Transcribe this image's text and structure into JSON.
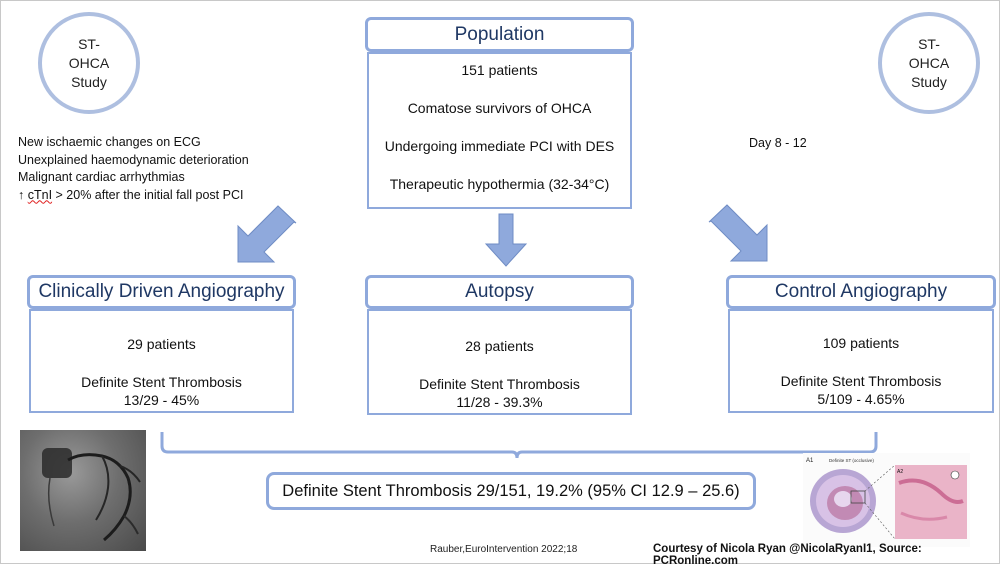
{
  "badges": {
    "left": [
      "ST-",
      "OHCA",
      "Study"
    ],
    "right": [
      "ST-",
      "OHCA",
      "Study"
    ]
  },
  "population": {
    "title": "Population",
    "lines": [
      "151 patients",
      "Comatose survivors of OHCA",
      "Undergoing immediate PCI with DES",
      "Therapeutic hypothermia (32-34°C)"
    ]
  },
  "criteria": {
    "lines": [
      "New ischaemic changes on ECG",
      "Unexplained haemodynamic deterioration",
      "Malignant cardiac arrhythmias"
    ],
    "last_arrow": "↑",
    "last_underlined": "cTnI",
    "last_rest": " > 20% after the initial fall post PCI"
  },
  "day_label": "Day 8 - 12",
  "branches": [
    {
      "title": "Clinically Driven Angiography",
      "patients": "29 patients",
      "outcome": "Definite Stent Thrombosis",
      "rate": "13/29 -  45%"
    },
    {
      "title": "Autopsy",
      "patients": "28 patients",
      "outcome": "Definite Stent Thrombosis",
      "rate": "11/28 -  39.3%"
    },
    {
      "title": "Control Angiography",
      "patients": "109 patients",
      "outcome": "Definite Stent Thrombosis",
      "rate": "5/109 -  4.65%"
    }
  ],
  "summary": "Definite Stent Thrombosis 29/151, 19.2% (95% CI 12.9 – 25.6)",
  "citation": "Rauber,EuroIntervention 2022;18",
  "credit": "Courtesy of Nicola Ryan @NicolaRyanI1, Source: PCRonline.com",
  "histology": {
    "panel_a": "A1",
    "panel_b": "A2",
    "caption": "Definite ST (occlusive)"
  },
  "colors": {
    "accent": "#8fa9dc",
    "title_text": "#1f3864",
    "badge_ring": "#aebfe0"
  }
}
